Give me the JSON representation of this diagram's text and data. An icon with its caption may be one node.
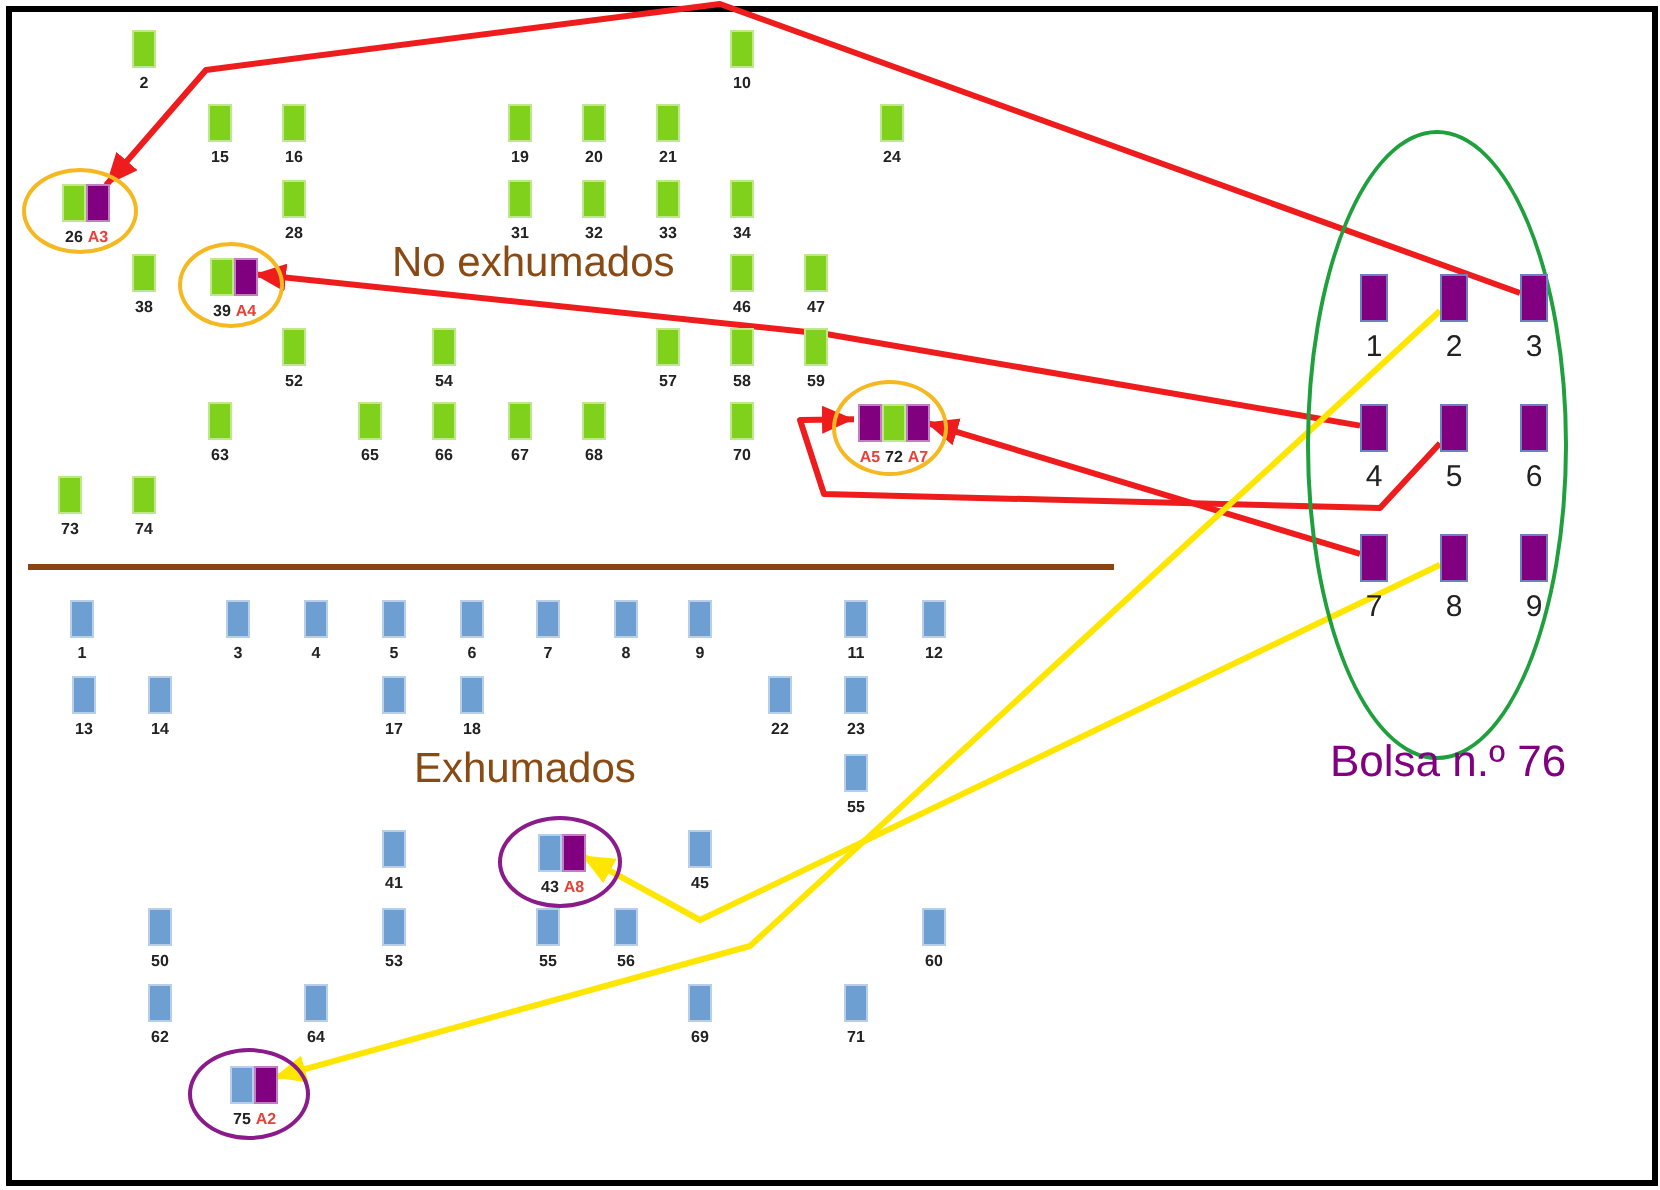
{
  "diagram": {
    "nodes": [
      {
        "text": [
          "2"
        ]
      },
      {
        "text": [
          "10"
        ]
      },
      {
        "text": [
          "15"
        ]
      },
      {
        "text": [
          "16"
        ]
      },
      {
        "text": [
          "19"
        ]
      },
      {
        "text": [
          "20"
        ]
      },
      {
        "text": [
          "21"
        ]
      },
      {
        "text": [
          "24"
        ]
      },
      {
        "text": [],
        "shape": "circle"
      },
      {
        "text": [
          "26"
        ],
        "in": 8
      },
      {
        "text": [
          "A3"
        ],
        "in": 8
      },
      {
        "text": [
          "28"
        ]
      },
      {
        "text": [
          "31"
        ]
      },
      {
        "text": [
          "32"
        ]
      },
      {
        "text": [
          "33"
        ]
      },
      {
        "text": [
          "34"
        ]
      },
      {
        "text": [
          "38"
        ]
      },
      {
        "text": [],
        "shape": "circle"
      },
      {
        "text": [
          "39"
        ],
        "in": 17
      },
      {
        "text": [
          "A4"
        ],
        "in": 17
      },
      {
        "text": [
          "46"
        ]
      },
      {
        "text": [
          "47"
        ]
      },
      {
        "text": [
          "52"
        ]
      },
      {
        "text": [
          "54"
        ]
      },
      {
        "text": [
          "57"
        ]
      },
      {
        "text": [
          "58"
        ]
      },
      {
        "text": [
          "59"
        ]
      },
      {
        "text": [
          "63"
        ]
      },
      {
        "text": [
          "65"
        ]
      },
      {
        "text": [
          "66"
        ]
      },
      {
        "text": [
          "67"
        ]
      },
      {
        "text": [
          "68"
        ]
      },
      {
        "text": [
          "70"
        ]
      },
      {
        "text": [],
        "shape": "circle"
      },
      {
        "text": [
          "A5"
        ],
        "in": 33
      },
      {
        "text": [
          "72"
        ],
        "in": 33
      },
      {
        "text": [
          "A7"
        ],
        "in": 33
      },
      {
        "text": [
          "73"
        ]
      },
      {
        "text": [
          "74"
        ]
      },
      {
        "text": [
          "1"
        ]
      },
      {
        "text": [
          "3"
        ]
      },
      {
        "text": [
          "4"
        ]
      },
      {
        "text": [
          "5"
        ]
      },
      {
        "text": [
          "6"
        ]
      },
      {
        "text": [
          "7"
        ]
      },
      {
        "text": [
          "8"
        ]
      },
      {
        "text": [
          "9"
        ]
      },
      {
        "text": [
          "11"
        ]
      },
      {
        "text": [
          "12"
        ]
      },
      {
        "text": [
          "13"
        ]
      },
      {
        "text": [
          "14"
        ]
      },
      {
        "text": [
          "17"
        ]
      },
      {
        "text": [
          "18"
        ]
      },
      {
        "text": [
          "22"
        ]
      },
      {
        "text": [
          "23"
        ]
      },
      {
        "text": [
          "55"
        ]
      },
      {
        "text": [
          "41"
        ]
      },
      {
        "text": [],
        "shape": "circle"
      },
      {
        "text": [
          "43"
        ],
        "in": 57
      },
      {
        "text": [
          "A8"
        ],
        "in": 57
      },
      {
        "text": [
          "45"
        ]
      },
      {
        "text": [
          "50"
        ]
      },
      {
        "text": [
          "53"
        ]
      },
      {
        "text": [
          "55"
        ]
      },
      {
        "text": [
          "56"
        ]
      },
      {
        "text": [
          "60"
        ]
      },
      {
        "text": [
          "62"
        ]
      },
      {
        "text": [
          "64"
        ]
      },
      {
        "text": [
          "69"
        ]
      },
      {
        "text": [
          "71"
        ]
      },
      {
        "text": [],
        "shape": "circle"
      },
      {
        "text": [
          "75"
        ],
        "in": 70
      },
      {
        "text": [
          "A2"
        ],
        "in": 70
      },
      {
        "text": [
          "Bolsa n.º 76"
        ]
      },
      {
        "text": [
          "1"
        ],
        "in": 73
      },
      {
        "text": [
          "2"
        ],
        "in": 73
      },
      {
        "text": [
          "3"
        ],
        "in": 73
      },
      {
        "text": [
          "4"
        ],
        "in": 73
      },
      {
        "text": [
          "5"
        ],
        "in": 73
      },
      {
        "text": [
          "6"
        ],
        "in": 73
      },
      {
        "text": [
          "7"
        ],
        "in": 73
      },
      {
        "text": [
          "8"
        ],
        "in": 73
      },
      {
        "text": [
          "9"
        ],
        "in": 73
      }
    ],
    "edges": [
      {
        "from": 76,
        "to": 10,
        "arrow": "to",
        "color": "#ee1c1c"
      },
      {
        "from": 77,
        "to": 19,
        "arrow": "to",
        "color": "#ee1c1c"
      },
      {
        "from": 78,
        "to": 34,
        "arrow": "to",
        "color": "#ee1c1c"
      },
      {
        "from": 80,
        "to": 36,
        "arrow": "to",
        "color": "#ee1c1c"
      },
      {
        "from": 75,
        "to": 72,
        "arrow": "to",
        "color": "#ffe600"
      },
      {
        "from": 81,
        "to": 59,
        "arrow": "to",
        "color": "#ffe600"
      }
    ],
    "labels": [
      "No exhumados",
      "Exhumados"
    ]
  }
}
